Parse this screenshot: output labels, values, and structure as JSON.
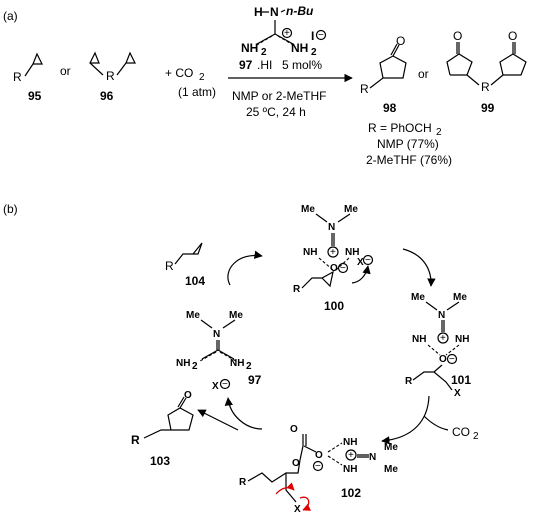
{
  "panel_a": {
    "label": "(a)",
    "reactant_r": "R",
    "cmpd_95": "95",
    "or1": "or",
    "cmpd_96": "96",
    "r96": "R",
    "plus_co2": "+ CO",
    "co2_sub": "2",
    "atm": "(1 atm)",
    "catalyst_h": "H",
    "catalyst_n": "N",
    "catalyst_nbu": "n-Bu",
    "catalyst_iodide": "I",
    "catalyst_nh2_left": "NH",
    "catalyst_nh2_left_sub": "2",
    "catalyst_nh2_right": "NH",
    "catalyst_nh2_right_sub": "2",
    "catalyst_id": "97",
    "catalyst_hi": ".HI",
    "loading": "5 mol%",
    "solvent": "NMP or 2-MeTHF",
    "conditions": "25 ºC, 24 h",
    "prod_98": "98",
    "prod_r": "R",
    "or2": "or",
    "prod_99": "99",
    "r99": "R",
    "r_def": "R = PhOCH",
    "r_def_sub": "2",
    "yield_nmp": "NMP (77%)",
    "yield_methf": "2-MeTHF (76%)"
  },
  "panel_b": {
    "label": "(b)",
    "cmpd_104": "104",
    "r104": "R",
    "cmpd_100": "100",
    "me": "Me",
    "n": "N",
    "nh": "NH",
    "x": "X",
    "cmpd_101": "101",
    "cmpd_97": "97",
    "nh2": "NH",
    "nh2_sub": "2",
    "cmpd_103": "103",
    "co2": "CO",
    "co2_sub": "2",
    "cmpd_102": "102",
    "o": "O",
    "r": "R"
  }
}
